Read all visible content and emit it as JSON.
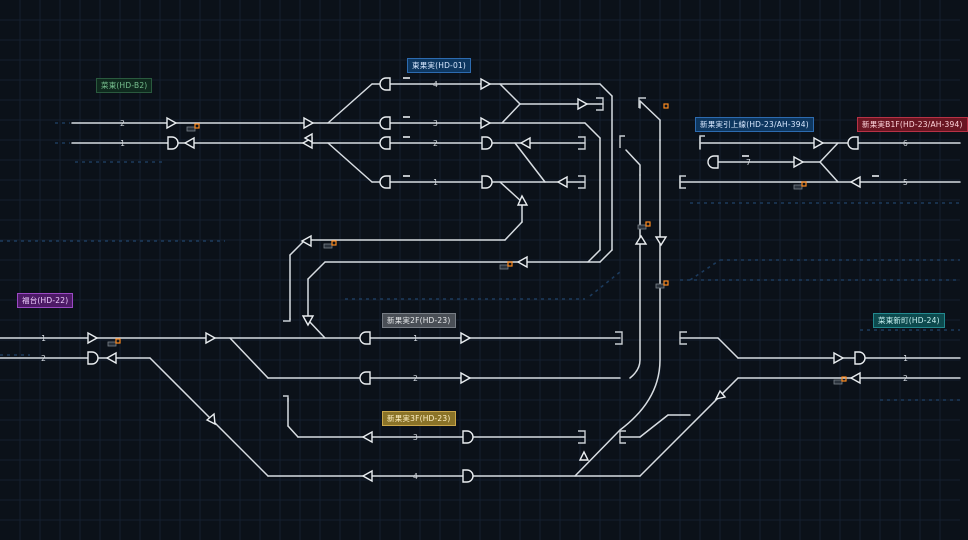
{
  "stations": [
    {
      "id": "s1",
      "name": "菜東(HD-B2)",
      "bg": "#0f2a1e",
      "fg": "#77c08f",
      "border": "#2a5a3e"
    },
    {
      "id": "s2",
      "name": "東果実(HD-01)",
      "bg": "#0e3760",
      "fg": "#d8e8ff",
      "border": "#2d6bb0"
    },
    {
      "id": "s3",
      "name": "新果実引上線(HD-23/AH-394)",
      "bg": "#0e3760",
      "fg": "#d8e8ff",
      "border": "#2d6bb0"
    },
    {
      "id": "s4",
      "name": "新果実B1F(HD-23/AH-394)",
      "bg": "#6a1622",
      "fg": "#ffd6dc",
      "border": "#b83246"
    },
    {
      "id": "s5",
      "name": "福台(HD-22)",
      "bg": "#4d1a66",
      "fg": "#f0d0ff",
      "border": "#9a49c4"
    },
    {
      "id": "s6",
      "name": "新果実2F(HD-23)",
      "bg": "#4a4f56",
      "fg": "#e6e8ea",
      "border": "#767c84"
    },
    {
      "id": "s7",
      "name": "菜東新町(HD-24)",
      "bg": "#0d4a4e",
      "fg": "#c8f2f2",
      "border": "#22888e"
    },
    {
      "id": "s8",
      "name": "新果実3F(HD-23)",
      "bg": "#8a7328",
      "fg": "#fff1c4",
      "border": "#c9a64a"
    }
  ],
  "track_numbers": [
    {
      "id": "t-a2",
      "text": "2"
    },
    {
      "id": "t-a1",
      "text": "1"
    },
    {
      "id": "t-b4",
      "text": "4"
    },
    {
      "id": "t-b3",
      "text": "3"
    },
    {
      "id": "t-b2",
      "text": "2"
    },
    {
      "id": "t-b1",
      "text": "1"
    },
    {
      "id": "t-c7",
      "text": "7"
    },
    {
      "id": "t-c6",
      "text": "6"
    },
    {
      "id": "t-c5",
      "text": "5"
    },
    {
      "id": "t-d1",
      "text": "1"
    },
    {
      "id": "t-d2",
      "text": "2"
    },
    {
      "id": "t-e1",
      "text": "1"
    },
    {
      "id": "t-e2",
      "text": "2"
    },
    {
      "id": "t-e3",
      "text": "3"
    },
    {
      "id": "t-e4",
      "text": "4"
    },
    {
      "id": "t-f1",
      "text": "1"
    },
    {
      "id": "t-f2",
      "text": "2"
    }
  ],
  "colors": {
    "background": "#0b1119",
    "track": "#d8dde2",
    "indicator": "#ff8a1e",
    "grid": "#142030"
  }
}
